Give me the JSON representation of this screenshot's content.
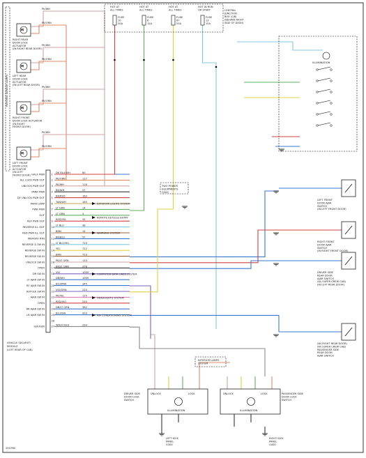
{
  "fuses": [
    {
      "top1": "HOT AT",
      "top2": "ALL TIMES",
      "num": "FUSE",
      "amp": "10",
      "rating": "20A"
    },
    {
      "top1": "HOT AT",
      "top2": "ALL TIMES",
      "num": "FUSE",
      "amp": "6",
      "rating": "15A"
    },
    {
      "top1": "HOT AT",
      "top2": "ALL TIMES",
      "num": "FUSE",
      "amp": "67",
      "rating": "20A"
    },
    {
      "top1": "HOT IN RUN",
      "top2": "OR START",
      "num": "FUSE",
      "amp": "13",
      "rating": "15A"
    }
  ],
  "junction_label": [
    "CENTRAL",
    "JUNCTION",
    "BOX (CJB)",
    "(BEHIND RIGHT",
    "SIDE OF DASH)"
  ],
  "actuators": [
    {
      "label": [
        "RIGHT REAR",
        "DOOR LOCK",
        "ACTUATOR",
        "(IN RIGHT REAR DOOR)"
      ],
      "w1": "PK/WH",
      "w2": "PK/ORN"
    },
    {
      "label": [
        "LEFT REAR",
        "DOOR LOCK",
        "ACTUATOR",
        "(IN LEFT REAR DOOR)"
      ],
      "w1": "PK/WH",
      "w2": "PK/ORN"
    },
    {
      "label": [
        "RIGHT FRONT",
        "DOOR LOCK ACTUATOR",
        "(IN RIGHT",
        "FRONT DOOR)"
      ],
      "w1": "PK/WH",
      "w2": "PK/ORN"
    },
    {
      "label": [
        "LEFT FRONT",
        "DOOR LOCK",
        "ACTUATOR",
        "(IN LEFT",
        "FRONT DOOR)"
      ],
      "w1": "PK/WH",
      "w2": "PK/ORN"
    }
  ],
  "side_label": "REVERSE SENSOR LAMPS",
  "module_label": [
    "VEHICLE SECURITY",
    "MODULE",
    "(LEFT REAR OF CAB)"
  ],
  "pins": [
    {
      "name": "HALF PWR",
      "n": "1",
      "wire": "DK BLU/WH",
      "code": "80"
    },
    {
      "name": "ALL LOCK PWR OUT",
      "n": "2",
      "wire": "PK/ORN",
      "code": "117"
    },
    {
      "name": "UNLOCK PWR OUT",
      "n": "3",
      "wire": "PK/WH",
      "code": "118"
    },
    {
      "name": "PARK PWR",
      "n": "4",
      "wire": "BK/WH",
      "code": "57"
    },
    {
      "name": "DF UNLOCK PWR OUT",
      "n": "5",
      "wire": "BK/RED",
      "code": "163"
    },
    {
      "name": "PARK LAMP",
      "n": "6",
      "wire": "TAN/WH",
      "code": "165"
    },
    {
      "name": "PWR PWR",
      "n": "7",
      "wire": "LT GRN",
      "code": "14"
    },
    {
      "name": "OUT",
      "n": "8",
      "wire": "LT GRN",
      "code": "3"
    },
    {
      "name": "REF PWR OUT",
      "n": "9",
      "wire": "RED/YEL",
      "code": "35"
    },
    {
      "name": "REVERSE ILL OUT",
      "n": "10",
      "wire": "LT BLU",
      "code": "38"
    },
    {
      "name": "RED PWR ILL OUT",
      "n": "11",
      "wire": "BRN",
      "code": "14"
    },
    {
      "name": "MEMORY RTN",
      "n": "12",
      "wire": "BK/BLU",
      "code": "57"
    },
    {
      "name": "REVERSE & SW IN",
      "n": "13",
      "wire": "LT BLU/YEL",
      "code": "720"
    },
    {
      "name": "REVERSE SW IN",
      "n": "14",
      "wire": "YEL",
      "code": "722"
    },
    {
      "name": "REVERSE SW IN",
      "n": "15",
      "wire": "BRN",
      "code": "723"
    },
    {
      "name": "UNLOCK SW IN",
      "n": "16",
      "wire": "PK/LT GRN",
      "code": "120"
    },
    {
      "name": "OPEN",
      "n": "17",
      "wire": "BK/LT GRN",
      "code": "378"
    },
    {
      "name": "DR SW IN",
      "n": "18",
      "wire": "VIO",
      "code": "1009"
    },
    {
      "name": "LF AJAR SW IN",
      "n": "19",
      "wire": "DB/WH",
      "code": "1009"
    },
    {
      "name": "RF AJAR SW IN",
      "n": "20",
      "wire": "BLU/PNK",
      "code": "345"
    },
    {
      "name": "AUTOLK SW IN",
      "n": "21",
      "wire": "VIO/GRN",
      "code": "220"
    },
    {
      "name": "AJAR SW IN",
      "n": "22",
      "wire": "PK/YEL",
      "code": "115"
    },
    {
      "name": "OPEN",
      "n": "23",
      "wire": "RED/VIO",
      "code": "250"
    },
    {
      "name": "RR AJAR SW IN",
      "n": "24",
      "wire": "DB/LT GRN",
      "code": "382"
    },
    {
      "name": "LR AJAR SW IN",
      "n": "25",
      "wire": "BLU/WH",
      "code": "993"
    },
    {
      "name": "",
      "n": "26",
      "wire": "",
      "code": ""
    },
    {
      "name": "IGN RUN",
      "n": "27",
      "wire": "WH/LT BLU",
      "code": "294"
    }
  ],
  "systems": [
    {
      "label": "EXTERIOR LIGHTS SYSTEM"
    },
    {
      "label": "REMOTE KEYLESS ENTRY"
    },
    {
      "label": "WARNING SYSTEM"
    },
    {
      "label": "COMPUTER DATA LINES SYSTEM"
    },
    {
      "label": "HEADLIGHTS SYSTEM"
    },
    {
      "label": "AIR CONDITIONING SYSTEM"
    }
  ],
  "right_switches": [
    {
      "label": [
        "LEFT FRONT",
        "DOOR AJAR",
        "SWITCH",
        "(IN LEFT FRONT DOOR)"
      ]
    },
    {
      "label": [
        "RIGHT FRONT",
        "DOOR AJAR",
        "SWITCH",
        "(IN RIGHT FRONT DOOR)"
      ]
    },
    {
      "label": [
        "DRIVER SIDE",
        "REAR DOOR",
        "AJAR SWITCH",
        "(W/ SUPER CREW CAB)",
        "(IN LEFT REAR DOOR)"
      ]
    },
    {
      "label": [
        "(W/ RIGHT REAR DOOR)",
        "(W/ SUPER CREW CAB)",
        "PASSENGER SIDE",
        "REAR DOOR",
        "AJAR SWITCH"
      ]
    }
  ],
  "illum_switch_label": "ILLUMINATION",
  "front_door_switches": [
    {
      "label": [
        "DRIVER SIDE",
        "DOOR LOCK",
        "SWITCH"
      ],
      "unlock": "UNLOCK",
      "lock": "LOCK",
      "illum": "ILLUMINATION"
    },
    {
      "label": [
        "PASSENGER SIDE",
        "DOOR LOCK",
        "SWITCH"
      ],
      "unlock": "UNLOCK",
      "lock": "LOCK",
      "illum": "ILLUMINATION"
    }
  ],
  "grounds": [
    {
      "label": [
        "LEFT KICK",
        "PANEL"
      ],
      "code": "G300"
    },
    {
      "label": [
        "RIGHT KICK",
        "PANEL"
      ],
      "code": "G400"
    }
  ],
  "interior_lamps": [
    "INTERIOR LAMPS",
    "SYSTEM"
  ],
  "power_dist": [
    "TWO POWER",
    "EQUIPMENTS",
    "G300"
  ],
  "corner_code": "25079B",
  "wire_colors": {
    "pk_wh": "#d6a3a3",
    "pk_org": "#e08a60",
    "red": "#d04040",
    "orange": "#f09030",
    "green": "#60b060",
    "blue": "#3a78d0",
    "ltblue": "#80c8e8",
    "yellow": "#e0d040",
    "violet": "#8060c0",
    "brown": "#a06030",
    "black": "#333333",
    "grey": "#888888",
    "tan": "#c0a060",
    "pink": "#e080c0"
  }
}
